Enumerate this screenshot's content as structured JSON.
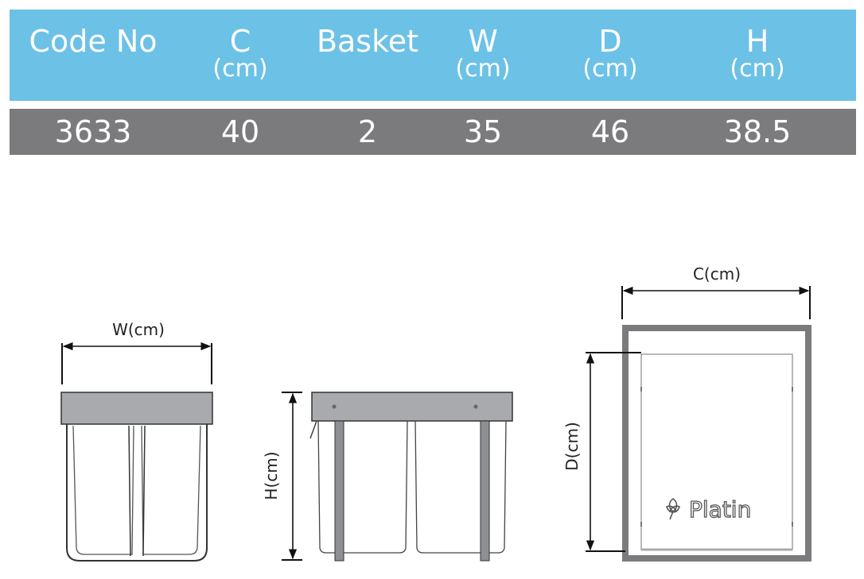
{
  "table": {
    "headers": [
      {
        "main": "Code No",
        "sub": ""
      },
      {
        "main": "C",
        "sub": "(cm)"
      },
      {
        "main": "Basket",
        "sub": ""
      },
      {
        "main": "W",
        "sub": "(cm)"
      },
      {
        "main": "D",
        "sub": "(cm)"
      },
      {
        "main": "H",
        "sub": "(cm)"
      }
    ],
    "row": [
      "3633",
      "40",
      "2",
      "35",
      "46",
      "38.5"
    ]
  },
  "drawings": {
    "front_width_label": "W(cm)",
    "side_height_label": "H(cm)",
    "top_width_label": "C(cm)",
    "top_depth_label": "D(cm)",
    "brand": "Platin"
  },
  "colors": {
    "header_bg": "#6cc1e6",
    "row_bg": "#7b7b7d",
    "frame": "#7b7b7d",
    "line": "#111111"
  }
}
